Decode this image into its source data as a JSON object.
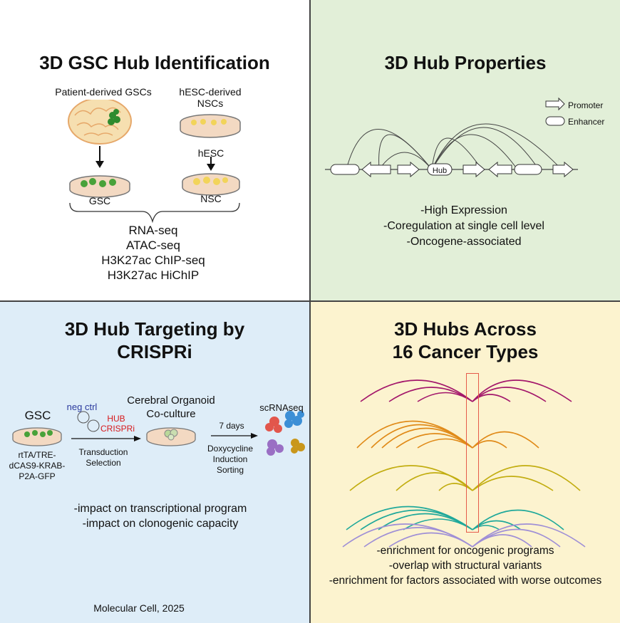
{
  "panel1": {
    "title": "3D GSC Hub Identification",
    "source_left": "Patient-derived GSCs",
    "source_right_l1": "hESC-derived",
    "source_right_l2": "NSCs",
    "hesc_label": "hESC",
    "gsc_label": "GSC",
    "nsc_label": "NSC",
    "assays": [
      "RNA-seq",
      "ATAC-seq",
      "H3K27ac ChIP-seq",
      "H3K27ac HiChIP"
    ]
  },
  "panel2": {
    "title": "3D Hub Properties",
    "legend_promoter": "Promoter",
    "legend_enhancer": "Enhancer",
    "hub_label": "Hub",
    "properties": [
      "-High Expression",
      "-Coregulation at single cell level",
      "-Oncogene-associated"
    ]
  },
  "panel3": {
    "title_l1": "3D Hub Targeting by",
    "title_l2": "CRISPRi",
    "gsc_label": "GSC",
    "construct": [
      "rtTA/TRE-",
      "dCAS9-KRAB-",
      "P2A-GFP"
    ],
    "neg_ctrl": "neg ctrl",
    "hub_crispri_l1": "HUB",
    "hub_crispri_l2": "CRISPRi",
    "transduction": [
      "Transduction",
      "Selection"
    ],
    "organoid_l1": "Cerebral Organoid",
    "organoid_l2": "Co-culture",
    "days": "7 days",
    "induction": [
      "Doxycycline",
      "Induction",
      "Sorting"
    ],
    "scrnaseq": "scRNAseq",
    "impacts": [
      "-impact on transcriptional program",
      "-impact on clonogenic capacity"
    ],
    "citation": "Molecular Cell, 2025"
  },
  "panel4": {
    "title_l1": "3D Hubs Across",
    "title_l2": "16 Cancer Types",
    "arc_colors": [
      "#a3176b",
      "#e08a18",
      "#c2ad10",
      "#1ea89a",
      "#9f8fd6"
    ],
    "findings": [
      "-enrichment for oncogenic programs",
      "-overlap with structural variants",
      "-enrichment for factors associated with worse outcomes"
    ]
  },
  "colors": {
    "panel2_bg": "#e2efd8",
    "panel3_bg": "#deedf8",
    "panel4_bg": "#fcf3cf",
    "crispri_red": "#d7191c",
    "negctrl_blue": "#2b3a9e",
    "highlight_box": "#e55a4a"
  }
}
